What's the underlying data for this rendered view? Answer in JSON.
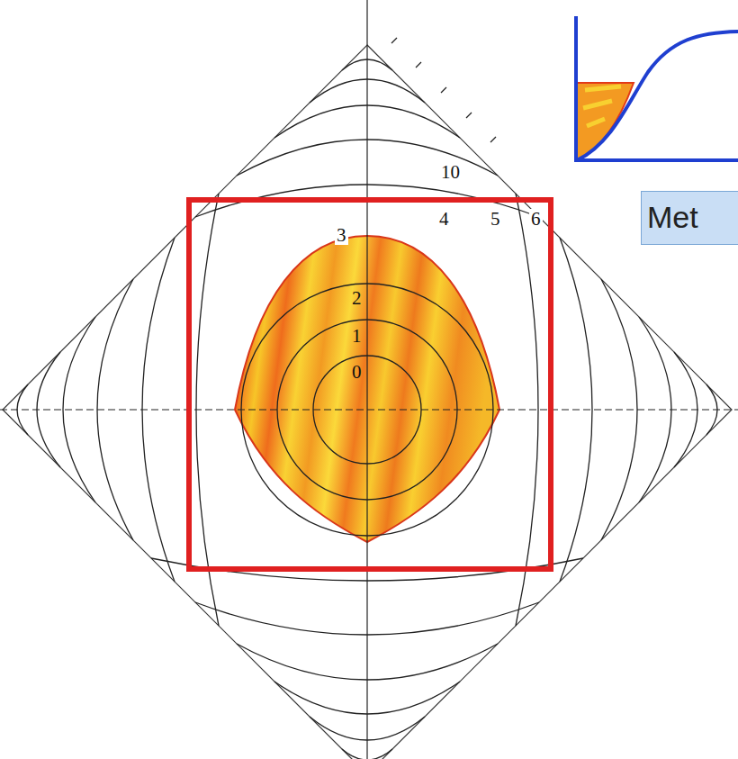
{
  "diagram": {
    "nodes": [
      {
        "text": [
          "Met"
        ]
      }
    ],
    "labels": [
      "10",
      "3",
      "4",
      "5",
      "6",
      "2",
      "1",
      "0"
    ]
  }
}
